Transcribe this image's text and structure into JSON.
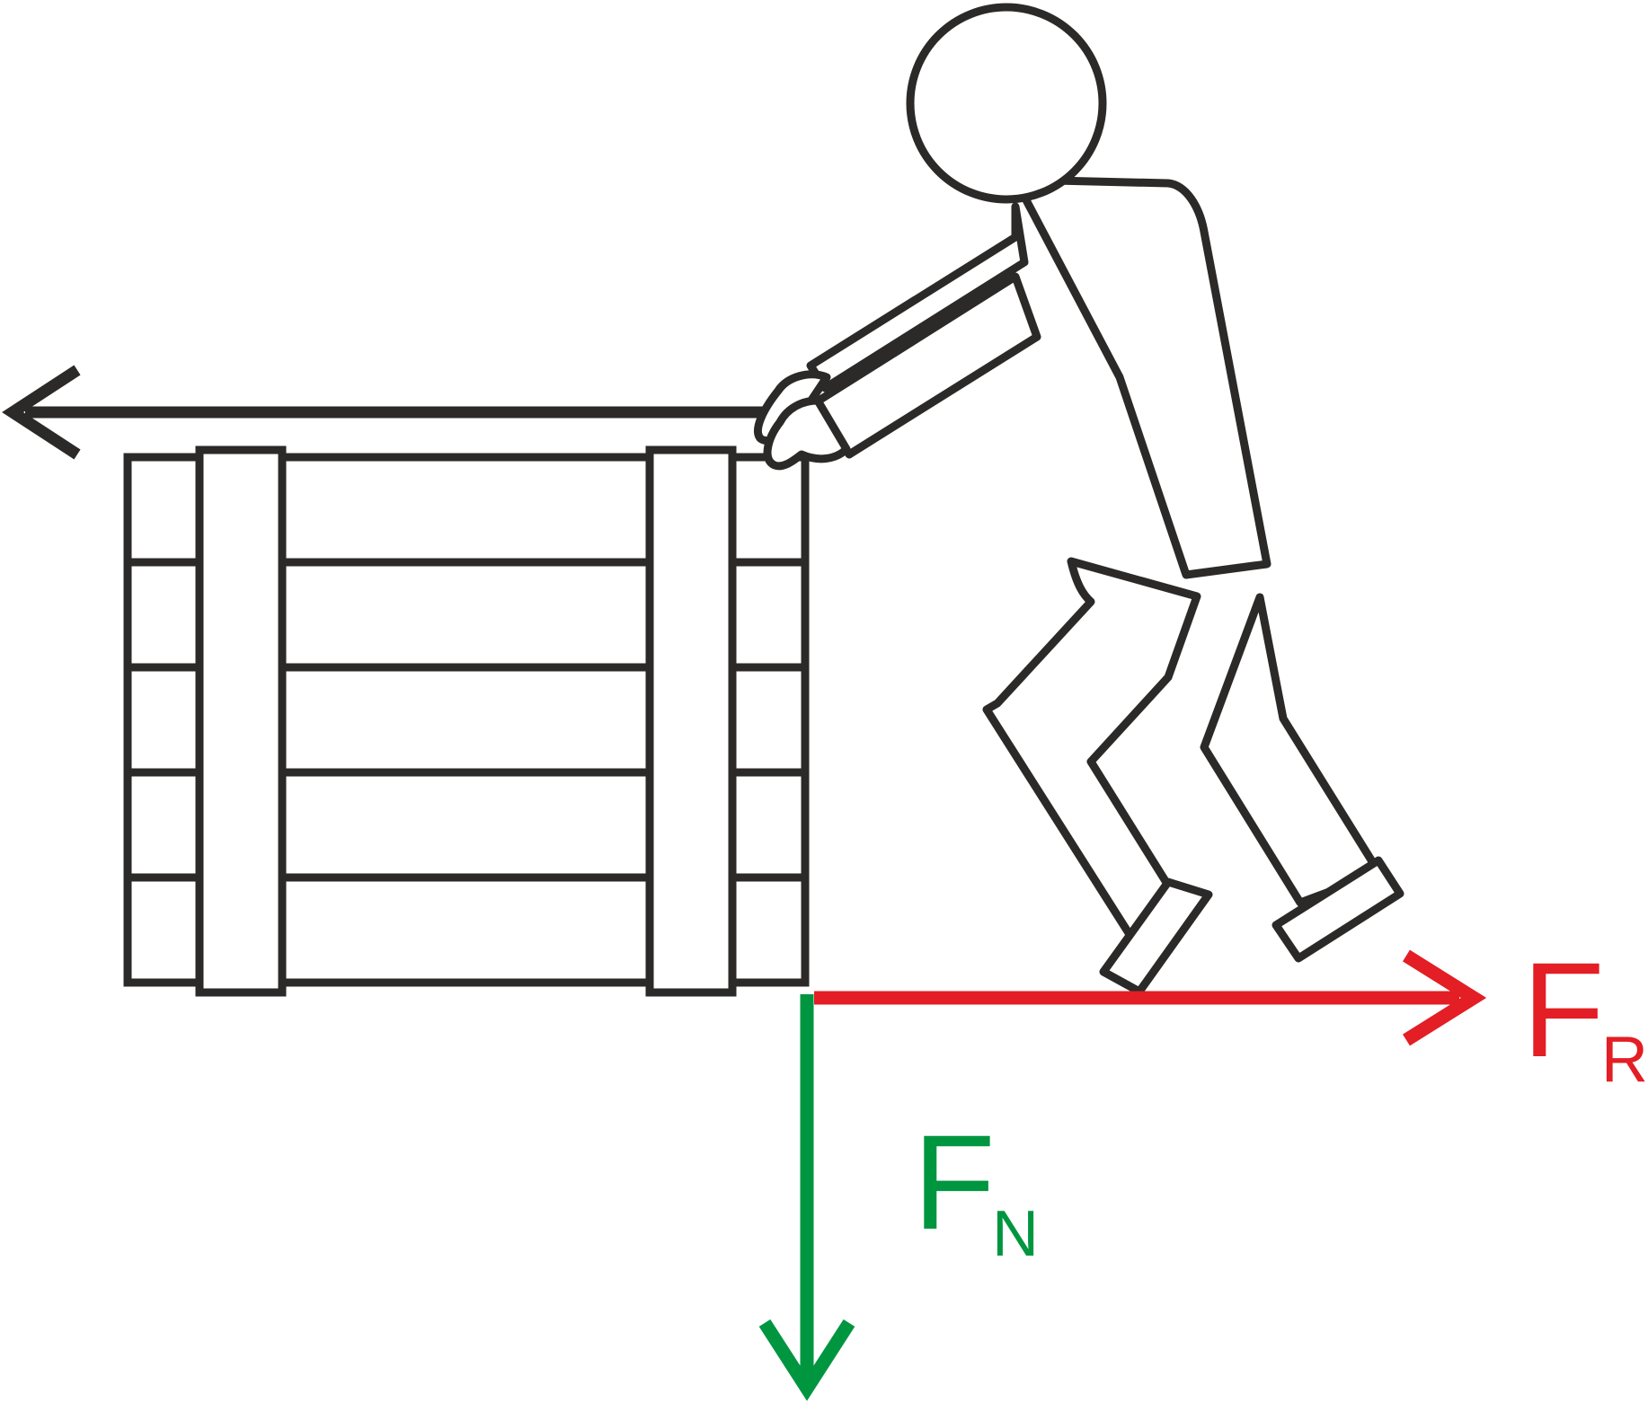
{
  "colors": {
    "outline": "#2b2a29",
    "friction": "#e31e24",
    "normal": "#009640",
    "background": "#ffffff"
  },
  "labels": {
    "friction_main": "F",
    "friction_sub": "R",
    "normal_main": "F",
    "normal_sub": "N"
  },
  "figure": {
    "objects": [
      "crate",
      "person",
      "push-arrow",
      "friction-arrow",
      "normal-force-arrow"
    ]
  }
}
